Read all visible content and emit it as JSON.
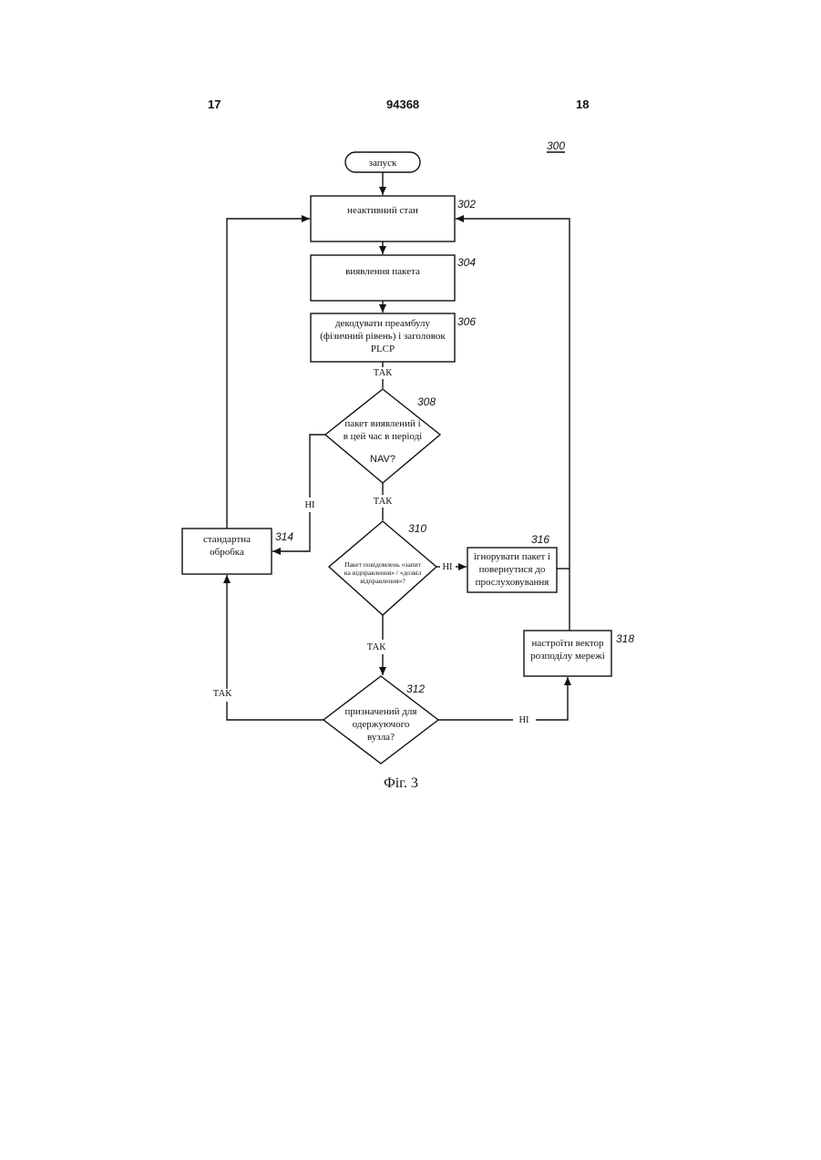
{
  "header": {
    "left_page": "17",
    "patent_number": "94368",
    "right_page": "18"
  },
  "figure_ref": "300",
  "caption": "Фіг. 3",
  "nodes": {
    "start": {
      "text": "запуск"
    },
    "n302": {
      "text": "неактивний стан",
      "ref": "302"
    },
    "n304": {
      "text": "виявлення пакета",
      "ref": "304"
    },
    "n306": {
      "lines": [
        "декодувати преамбулу",
        "(фізичний рівень) і заголовок",
        "PLCP"
      ],
      "ref": "306"
    },
    "n308": {
      "lines": [
        "пакет виявлений і",
        "в цей час в періоді",
        "NAV?"
      ],
      "ref": "308"
    },
    "n310": {
      "lines": [
        "Пакет повідомлень «запит",
        "на відправлення» / «дозвіл",
        "відправлення»?"
      ],
      "ref": "310"
    },
    "n312": {
      "lines": [
        "призначений для",
        "одержуючого",
        "вузла?"
      ],
      "ref": "312"
    },
    "n314": {
      "lines": [
        "стандартна",
        "обробка"
      ],
      "ref": "314"
    },
    "n316": {
      "lines": [
        "ігнорувати пакет і",
        "повернутися до",
        "прослуховування"
      ],
      "ref": "316"
    },
    "n318": {
      "lines": [
        "настроїти вектор",
        "розподілу мережі"
      ],
      "ref": "318"
    }
  },
  "edge_labels": {
    "after_306": "ТАК",
    "yes_308": "ТАК",
    "no_308": "НІ",
    "yes_310": "ТАК",
    "no_310": "НІ",
    "yes_312": "ТАК",
    "no_312": "НІ"
  }
}
